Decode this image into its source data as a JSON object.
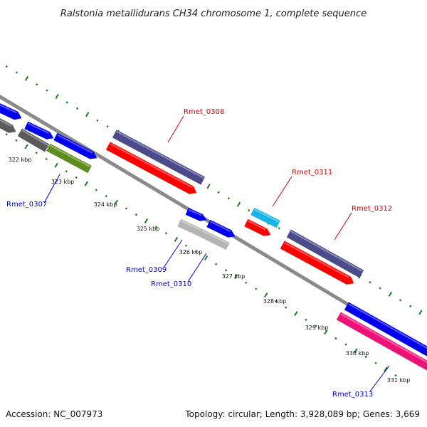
{
  "title": "Ralstonia metallidurans CH34 chromosome 1, complete sequence",
  "footer": {
    "accession": "Accession: NC_007973",
    "summary": "Topology: circular; Length: 3,928,089 bp; Genes: 3,669"
  },
  "tick_labels": [
    "322 kbp",
    "323 kbp",
    "324 kbp",
    "325 kbp",
    "326 kbp",
    "327 kbp",
    "328 kbp",
    "329 kbp",
    "330 kbp",
    "331 kbp"
  ],
  "gene_labels": [
    {
      "text": "Rmet_0308",
      "color": "#cc0000"
    },
    {
      "text": "Rmet_0311",
      "color": "#cc0000"
    },
    {
      "text": "Rmet_0312",
      "color": "#cc0000"
    },
    {
      "text": "Rmet_0307",
      "color": "#0000cc"
    },
    {
      "text": "Rmet_0309",
      "color": "#0000cc"
    },
    {
      "text": "Rmet_0310",
      "color": "#0000cc"
    },
    {
      "text": "Rmet_0313",
      "color": "#0000cc"
    }
  ],
  "colors": {
    "backbone": "#8a8a8a",
    "tick": "#1e7a1e",
    "cds_forward": "#0000ee",
    "cds_reverse": "#ff0000",
    "cog_purple": "#4b4b8c",
    "cog_cyan": "#19b4e6",
    "cog_pink": "#ee1177",
    "cog_olive": "#5f8c1e",
    "cog_darkgray": "#5a5a5a",
    "cog_lightgray": "#b4b4b4"
  }
}
